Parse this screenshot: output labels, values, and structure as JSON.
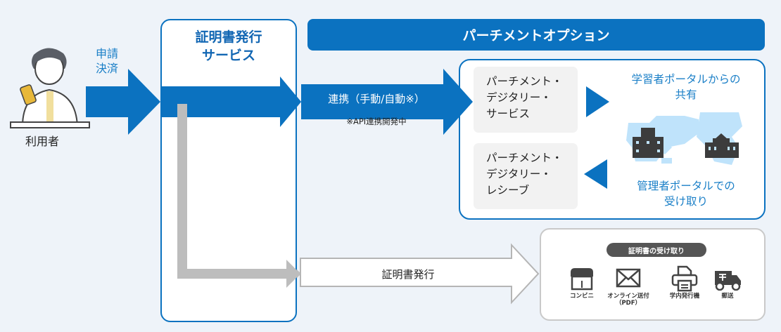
{
  "user": {
    "label": "利用者",
    "icon": "person-with-smartphone-icon"
  },
  "apply_arrow": {
    "line1": "申請",
    "line2": "決済"
  },
  "certificate_service": {
    "title_line1": "証明書発行",
    "title_line2": "サービス"
  },
  "parchment_option": {
    "banner": "パーチメントオプション",
    "link_arrow_label": "連携（手動/自動※）",
    "link_note": "※API連携開発中",
    "service_card": [
      "パーチメント・",
      "デジタリー・",
      "サービス"
    ],
    "receive_card": [
      "パーチメント・",
      "デジタリー・",
      "レシーブ"
    ],
    "learner_share": [
      "学習者ポータルからの",
      "共有"
    ],
    "admin_receive": [
      "管理者ポータルでの",
      "受け取り"
    ]
  },
  "issuance": {
    "arrow_label": "証明書発行",
    "receipt_title": "証明書の受け取り",
    "methods": [
      {
        "label": "コンビニ",
        "icon": "convenience-store-icon"
      },
      {
        "label": "オンライン送付",
        "sub": "（PDF）",
        "icon": "envelope-icon"
      },
      {
        "label": "学内発行機",
        "icon": "printer-icon"
      },
      {
        "label": "郵送",
        "icon": "mail-truck-icon"
      }
    ]
  },
  "colors": {
    "primary": "#0b72c0",
    "gray_arrow": "#bdbdbd",
    "background": "#eef3f9",
    "map": "#bfe3fb",
    "building": "#3c3c3c"
  }
}
